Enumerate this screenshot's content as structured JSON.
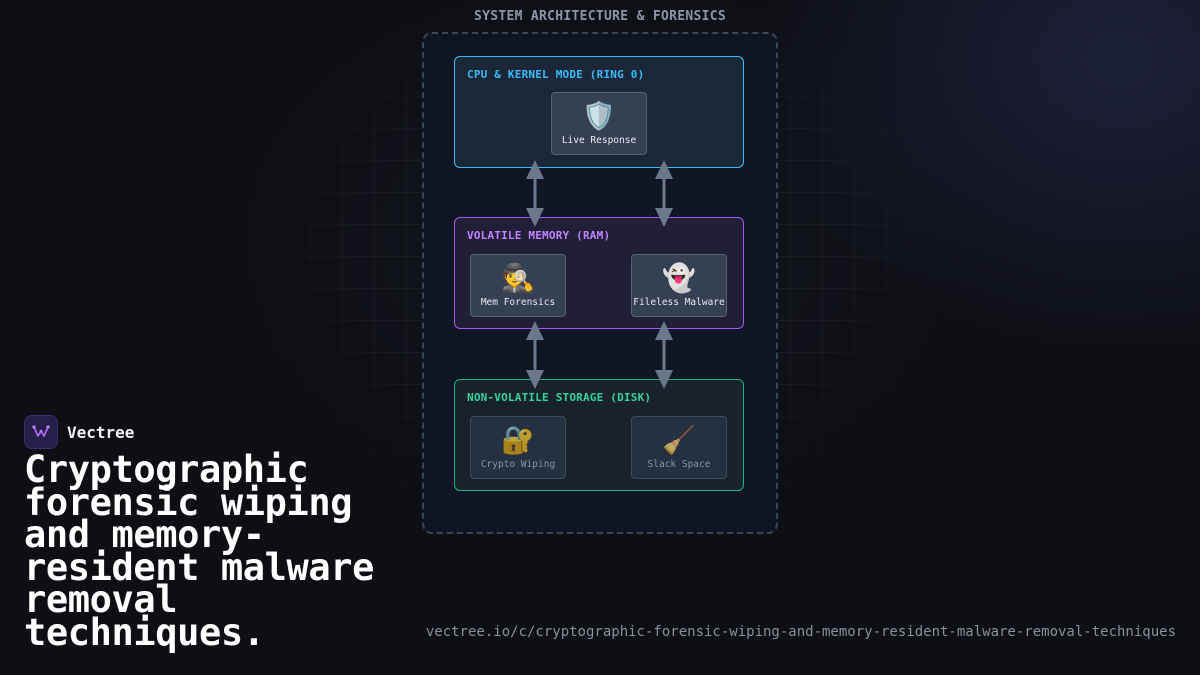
{
  "diagram": {
    "title": "SYSTEM ARCHITECTURE & FORENSICS",
    "layers": {
      "cpu": {
        "title": "CPU & KERNEL MODE (RING 0)",
        "nodes": [
          {
            "icon": "shield-icon",
            "emoji": "🛡️",
            "label": "Live Response"
          }
        ]
      },
      "ram": {
        "title": "VOLATILE MEMORY (RAM)",
        "nodes": [
          {
            "icon": "detective-icon",
            "emoji": "🕵️",
            "label": "Mem Forensics"
          },
          {
            "icon": "ghost-icon",
            "emoji": "👻",
            "label": "Fileless Malware"
          }
        ]
      },
      "disk": {
        "title": "NON-VOLATILE STORAGE (DISK)",
        "nodes": [
          {
            "icon": "locked-with-key-icon",
            "emoji": "🔐",
            "label": "Crypto Wiping"
          },
          {
            "icon": "broom-icon",
            "emoji": "🧹",
            "label": "Slack Space"
          }
        ]
      }
    },
    "colors": {
      "cpu_border": "#38bdf8",
      "ram_border": "#a855f7",
      "disk_border": "#10b981",
      "arrow": "#6b778a"
    }
  },
  "brand": {
    "name": "Vectree",
    "logo_icon": "vectree-logo-icon",
    "accent": "#a855f7"
  },
  "headline": "Cryptographic forensic wiping and memory-resident malware removal techniques.",
  "url": "vectree.io/c/cryptographic-forensic-wiping-and-memory-resident-malware-removal-techniques"
}
